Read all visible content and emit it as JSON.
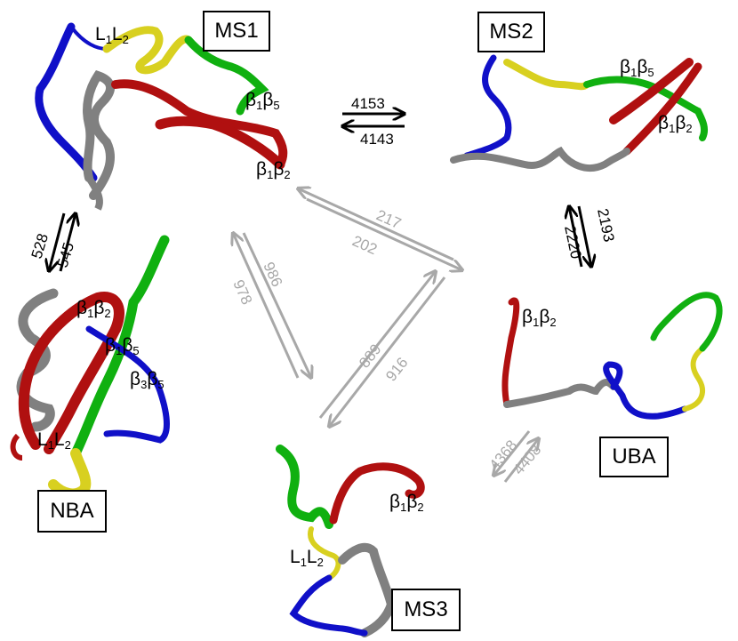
{
  "states": {
    "ms1": "MS1",
    "ms2": "MS2",
    "ms3": "MS3",
    "nba": "NBA",
    "uba": "UBA"
  },
  "labels": {
    "ms1_l": {
      "a": "L",
      "s1": "1",
      "b": "L",
      "s2": "2"
    },
    "ms1_b15": {
      "a": "β",
      "s1": "1",
      "b": "β",
      "s2": "5"
    },
    "ms1_b12": {
      "a": "β",
      "s1": "1",
      "b": "β",
      "s2": "2"
    },
    "ms2_b15": {
      "a": "β",
      "s1": "1",
      "b": "β",
      "s2": "5"
    },
    "ms2_b12": {
      "a": "β",
      "s1": "1",
      "b": "β",
      "s2": "2"
    },
    "nba_b12": {
      "a": "β",
      "s1": "1",
      "b": "β",
      "s2": "2"
    },
    "nba_b15": {
      "a": "β",
      "s1": "1",
      "b": "β",
      "s2": "5"
    },
    "nba_b35": {
      "a": "β",
      "s1": "3",
      "b": "β",
      "s2": "5"
    },
    "nba_l": {
      "a": "L",
      "s1": "1",
      "b": "L",
      "s2": "2"
    },
    "uba_b12": {
      "a": "β",
      "s1": "1",
      "b": "β",
      "s2": "2"
    },
    "ms3_b12": {
      "a": "β",
      "s1": "1",
      "b": "β",
      "s2": "2"
    },
    "ms3_l": {
      "a": "L",
      "s1": "1",
      "b": "L",
      "s2": "2"
    }
  },
  "transitions": {
    "ms1_ms2_fwd": "4153",
    "ms2_ms1_rev": "4143",
    "ms1_nba_a": "528",
    "ms1_nba_b": "545",
    "ms2_uba_a": "2193",
    "ms2_uba_b": "2220",
    "ms1_uba_a": "217",
    "ms1_uba_b": "202",
    "ms1_ms3_a": "986",
    "ms1_ms3_b": "978",
    "ms3_uba_a": "889",
    "ms3_uba_b": "916",
    "uba_ms3_a": "4368",
    "uba_ms3_b": "4408"
  },
  "colors": {
    "blue": "#1010c8",
    "yellow": "#d8d020",
    "green": "#10b010",
    "red": "#b01010",
    "gray": "#808080",
    "arrow_black": "#000000",
    "arrow_gray": "#a8a8a8"
  }
}
